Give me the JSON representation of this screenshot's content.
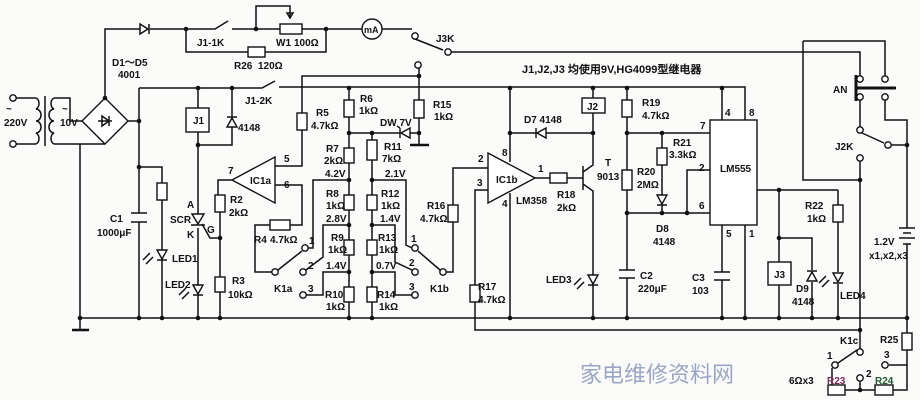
{
  "title_note": "J1,J2,J3 均使用9V,HG4099型继电器",
  "watermark": "家电维修资料网",
  "power": {
    "mains": "220V",
    "secondary": "10V",
    "ac_symbol": "~",
    "bridge": "D1～D5",
    "bridge_part": "4001"
  },
  "components": {
    "J1_1K": "J1-1K",
    "J1_2K": "J1-2K",
    "J3K": "J3K",
    "J2K": "J2K",
    "AN": "AN",
    "W1": {
      "name": "W1",
      "value": "100Ω"
    },
    "R26": {
      "name": "R26",
      "value": "120Ω"
    },
    "meter": "mA",
    "J1": "J1",
    "J2": "J2",
    "J3": "J3",
    "D_J1": "4148",
    "R2": {
      "name": "R2",
      "value": "2kΩ"
    },
    "R3": {
      "name": "R3",
      "value": "10kΩ"
    },
    "R4": {
      "name": "R4",
      "value": "4.7kΩ"
    },
    "R5": {
      "name": "R5",
      "value": "4.7kΩ"
    },
    "R6": {
      "name": "R6",
      "value": "1kΩ"
    },
    "R7": {
      "name": "R7",
      "value": "2kΩ"
    },
    "R8": {
      "name": "R8",
      "value": "1kΩ"
    },
    "R9": {
      "name": "R9",
      "value": "1kΩ"
    },
    "R10": {
      "name": "R10",
      "value": "1kΩ"
    },
    "R11": {
      "name": "R11",
      "value": "7kΩ"
    },
    "R12": {
      "name": "R12",
      "value": "1kΩ"
    },
    "R13": {
      "name": "R13",
      "value": "1kΩ"
    },
    "R14": {
      "name": "R14",
      "value": "1kΩ"
    },
    "R15": {
      "name": "R15",
      "value": "1kΩ"
    },
    "R16": {
      "name": "R16",
      "value": "4.7kΩ"
    },
    "R17": {
      "name": "R17",
      "value": "4.7kΩ"
    },
    "R18": {
      "name": "R18",
      "value": "2kΩ"
    },
    "R19": {
      "name": "R19",
      "value": "4.7kΩ"
    },
    "R20": {
      "name": "R20",
      "value": "2MΩ"
    },
    "R21": {
      "name": "R21",
      "value": "3.3kΩ"
    },
    "R22": {
      "name": "R22",
      "value": "1kΩ"
    },
    "R23": "R23",
    "R24": "R24",
    "R25": "R25",
    "R23_24_note": "6Ωx3",
    "DW": "DW  7V",
    "C1": {
      "name": "C1",
      "value": "1000μF"
    },
    "C2": {
      "name": "C2",
      "value": "220μF"
    },
    "C3": {
      "name": "C3",
      "value": "103"
    },
    "D7": "D7  4148",
    "D8": {
      "name": "D8",
      "value": "4148"
    },
    "D9": {
      "name": "D9",
      "value": "4148"
    },
    "SCR": "SCR",
    "SCR_A": "A",
    "SCR_K": "K",
    "SCR_G": "G",
    "LED1": "LED1",
    "LED2": "LED2",
    "LED3": "LED3",
    "LED4": "LED4",
    "IC1a": "IC1a",
    "IC1b": "IC1b",
    "LM358": "LM358",
    "LM555": "LM555",
    "T": {
      "name": "T",
      "value": "9013"
    },
    "K1a": "K1a",
    "K1b": "K1b",
    "K1c": "K1c",
    "battery": {
      "value": "1.2V",
      "count": "x1,x2,x3"
    }
  },
  "voltages": {
    "v42": "4.2V",
    "v28": "2.8V",
    "v14a": "1.4V",
    "v21": "2.1V",
    "v14b": "1.4V",
    "v07": "0.7V"
  },
  "pins": {
    "p1": "1",
    "p2": "2",
    "p3": "3",
    "p4": "4",
    "p5": "5",
    "p6": "6",
    "p7": "7",
    "p8": "8"
  }
}
